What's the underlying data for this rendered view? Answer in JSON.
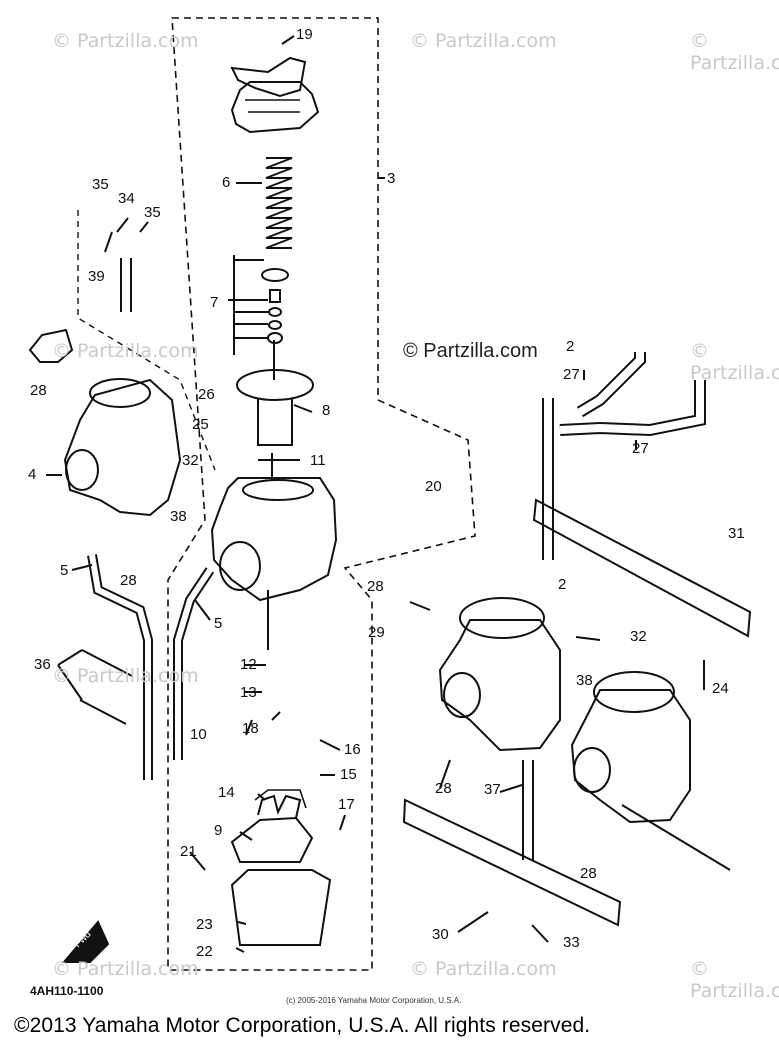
{
  "watermark": "© Partzilla.com",
  "brand_watermark": "© Partzilla.com",
  "diagram_code": "4AH110-1100",
  "small_copyright": "(c) 2005-2016 Yamaha Motor Corporation, U.S.A.",
  "footer": "©2013 Yamaha Motor Corporation, U.S.A. All rights reserved.",
  "fwd_arrow_text": "Fwd",
  "callouts": [
    "19",
    "6",
    "3",
    "35",
    "34",
    "35",
    "39",
    "7",
    "2",
    "27",
    "8",
    "28",
    "26",
    "25",
    "11",
    "4",
    "32",
    "20",
    "38",
    "31",
    "5",
    "28",
    "28",
    "2",
    "29",
    "5",
    "32",
    "36",
    "12",
    "13",
    "38",
    "24",
    "10",
    "18",
    "16",
    "15",
    "37",
    "28",
    "14",
    "17",
    "9",
    "21",
    "28",
    "23",
    "30",
    "33",
    "22",
    "27"
  ]
}
